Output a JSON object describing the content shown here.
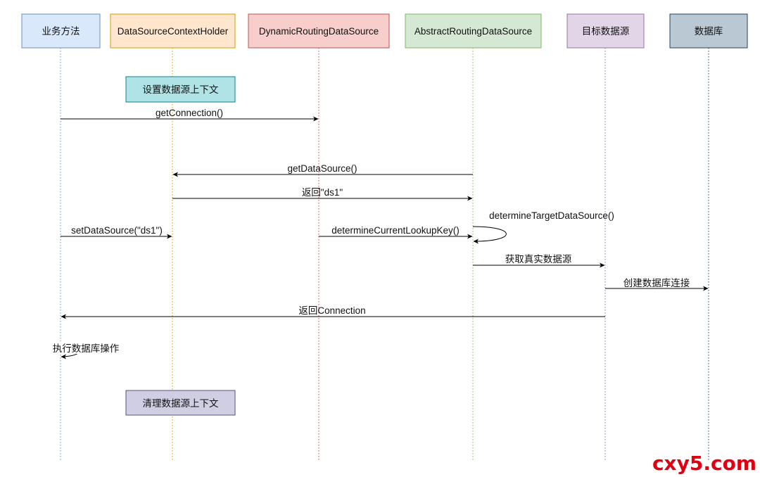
{
  "participants": [
    {
      "id": "biz",
      "label": "业务方法",
      "fill": "#dae8fc",
      "stroke": "#6c8ebf"
    },
    {
      "id": "holder",
      "label": "DataSourceContextHolder",
      "fill": "#ffe6cc",
      "stroke": "#d79b00"
    },
    {
      "id": "dynamic",
      "label": "DynamicRoutingDataSource",
      "fill": "#f8cecc",
      "stroke": "#b85450"
    },
    {
      "id": "abstract",
      "label": "AbstractRoutingDataSource",
      "fill": "#d5e8d4",
      "stroke": "#82b366"
    },
    {
      "id": "target",
      "label": "目标数据源",
      "fill": "#e1d5e7",
      "stroke": "#9673a6"
    },
    {
      "id": "db",
      "label": "数据库",
      "fill": "#bac8d3",
      "stroke": "#23445d"
    }
  ],
  "notes": [
    {
      "id": "set-context",
      "label": "设置数据源上下文",
      "fill": "#b0e3e6",
      "stroke": "#0e8088"
    },
    {
      "id": "clear-context",
      "label": "清理数据源上下文",
      "fill": "#d0cee2",
      "stroke": "#56517e"
    }
  ],
  "messages": [
    {
      "from": "biz",
      "to": "dynamic",
      "label": "getConnection()"
    },
    {
      "from": "abstract",
      "to": "holder",
      "label": "getDataSource()"
    },
    {
      "from": "holder",
      "to": "abstract",
      "label": "返回\"ds1\""
    },
    {
      "from": "abstract",
      "to": "abstract",
      "label": "determineTargetDataSource()"
    },
    {
      "from": "biz",
      "to": "holder",
      "label": "setDataSource(\"ds1\")"
    },
    {
      "from": "dynamic",
      "to": "abstract",
      "label": "determineCurrentLookupKey()"
    },
    {
      "from": "abstract",
      "to": "target",
      "label": "获取真实数据源"
    },
    {
      "from": "target",
      "to": "db",
      "label": "创建数据库连接"
    },
    {
      "from": "target",
      "to": "biz",
      "label": "返回Connection"
    },
    {
      "from": "biz",
      "to": "biz",
      "label": "执行数据库操作"
    }
  ],
  "watermark": "cxy5.com"
}
